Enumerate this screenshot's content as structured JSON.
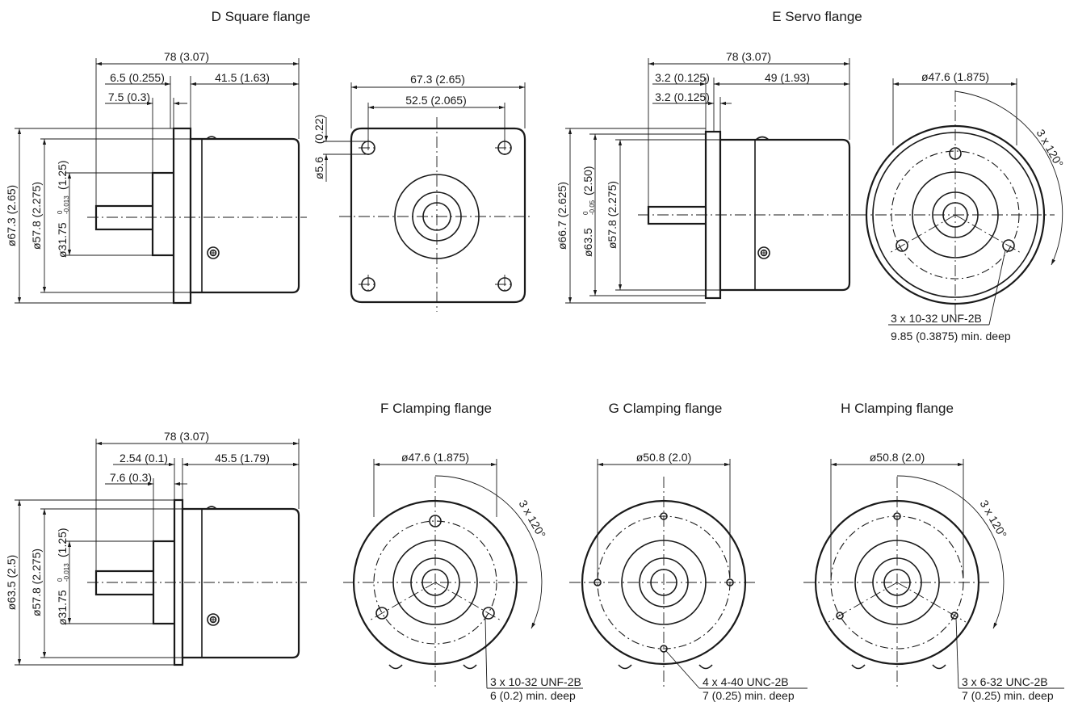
{
  "titles": {
    "d": "D Square flange",
    "e": "E Servo flange",
    "f": "F Clamping flange",
    "g": "G Clamping flange",
    "h": "H Clamping flange"
  },
  "d_side": {
    "overall": "78 (3.07)",
    "flange_offset": "6.5 (0.255)",
    "body": "41.5 (1.63)",
    "shaft_step": "7.5 (0.3)",
    "dia_flange": "ø67.3 (2.65)",
    "dia_body": "ø57.8 (2.275)",
    "dia_pilot": "ø31.75",
    "dia_pilot_tol_upper": "0",
    "dia_pilot_tol_lower": "-0.013",
    "dia_pilot_in": "(1.25)"
  },
  "d_front": {
    "width": "67.3 (2.65)",
    "hole_spacing": "52.5 (2.065)",
    "hole_offset": "(0.22)",
    "hole_dia": "ø5.6"
  },
  "e_side": {
    "overall": "78 (3.07)",
    "flange_offset": "3.2 (0.125)",
    "body": "49 (1.93)",
    "shaft_step": "3.2 (0.125)",
    "dia_flange": "ø66.7 (2.625)",
    "dia_pilot": "ø63.5",
    "dia_pilot_tol_upper": "0",
    "dia_pilot_tol_lower": "-0.05",
    "dia_pilot_in": "(2.50)",
    "dia_body": "ø57.8 (2.275)"
  },
  "e_front": {
    "bolt_circle": "ø47.6 (1.875)",
    "angle": "3 x 120°",
    "thread": "3 x 10-32 UNF-2B",
    "depth": "9.85 (0.3875) min. deep"
  },
  "clamp_side": {
    "overall": "78 (3.07)",
    "flange_offset": "2.54 (0.1)",
    "body": "45.5 (1.79)",
    "shaft_step": "7.6 (0.3)",
    "dia_flange": "ø63.5 (2.5)",
    "dia_body": "ø57.8 (2.275)",
    "dia_pilot": "ø31.75",
    "dia_pilot_tol_upper": "0",
    "dia_pilot_tol_lower": "-0.013",
    "dia_pilot_in": "(1.25)"
  },
  "f_front": {
    "bolt_circle": "ø47.6 (1.875)",
    "angle": "3 x 120°",
    "thread": "3 x 10-32 UNF-2B",
    "depth": "6 (0.2) min. deep"
  },
  "g_front": {
    "bolt_circle": "ø50.8 (2.0)",
    "thread": "4 x 4-40 UNC-2B",
    "depth": "7 (0.25) min. deep"
  },
  "h_front": {
    "bolt_circle": "ø50.8 (2.0)",
    "angle": "3 x 120°",
    "thread": "3 x 6-32 UNC-2B",
    "depth": "7 (0.25) min. deep"
  }
}
